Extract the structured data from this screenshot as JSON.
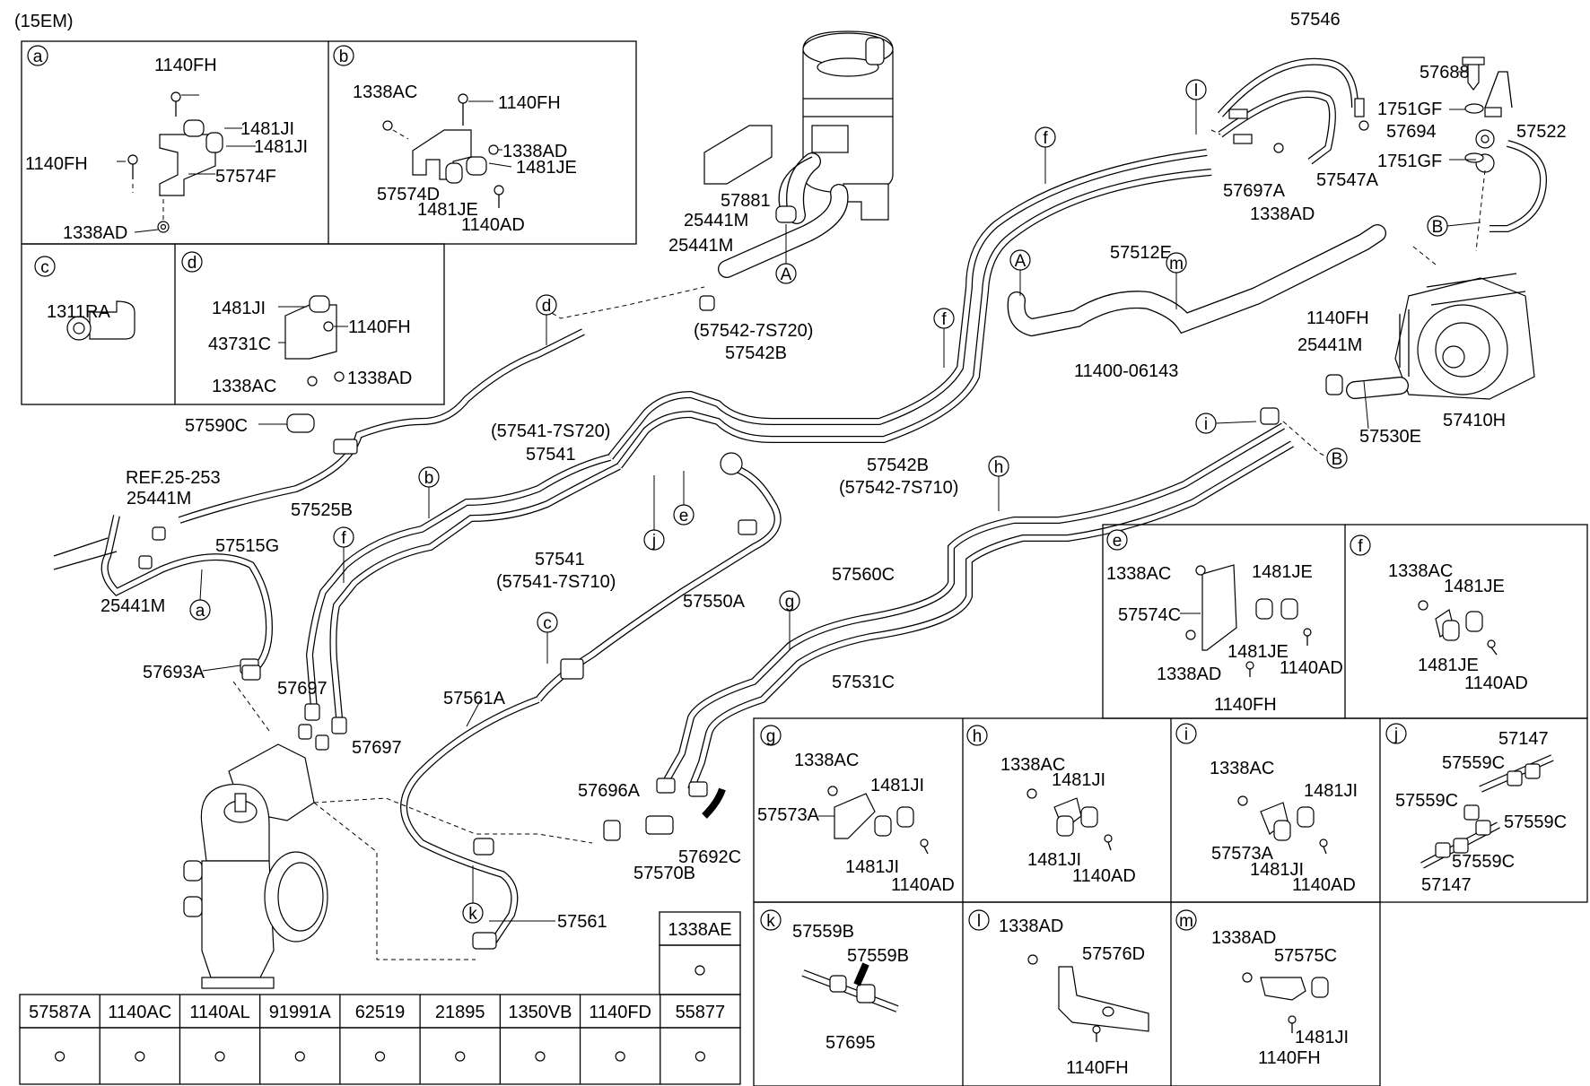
{
  "header": "(15EM)",
  "circle_refs": [
    "a",
    "b",
    "c",
    "d",
    "e",
    "f",
    "g",
    "h",
    "i",
    "j",
    "k",
    "l",
    "m",
    "A",
    "B"
  ],
  "main_labels": {
    "p57546": "57546",
    "p57688": "57688",
    "p1751gf_1": "1751GF",
    "p57694": "57694",
    "p1751gf_2": "1751GF",
    "p57522": "57522",
    "p57697a": "57697A",
    "p57547a": "57547A",
    "p1338ad_m": "1338AD",
    "p57881": "57881",
    "p25441m_1": "25441M",
    "p25441m_2": "25441M",
    "p57512e": "57512E",
    "p1140fh_m": "1140FH",
    "p25441m_3": "25441M",
    "p11400": "11400-06143",
    "p57542_7s720": "(57542-7S720)",
    "p57542b_1": "57542B",
    "p57410h": "57410H",
    "p57530e": "57530E",
    "p57590c": "57590C",
    "p57541_7s720": "(57541-7S720)",
    "p57541_1": "57541",
    "p57542b_2": "57542B",
    "p57542_7s710": "(57542-7S710)",
    "p57525b": "57525B",
    "p_ref": "REF.25-253",
    "p25441m_4": "25441M",
    "p57515g": "57515G",
    "p57541_2": "57541",
    "p57541_7s710": "(57541-7S710)",
    "p25441m_5": "25441M",
    "p57560c": "57560C",
    "p57550a": "57550A",
    "p57531c": "57531C",
    "p57693a": "57693A",
    "p57697_1": "57697",
    "p57697_2": "57697",
    "p57561a": "57561A",
    "p57696a": "57696A",
    "p57570b": "57570B",
    "p57692c": "57692C",
    "p57561": "57561"
  },
  "detail_a": {
    "l1": "1140FH",
    "l2": "1481JI",
    "l3": "1481JI",
    "l4": "1140FH",
    "l5": "57574F",
    "l6": "1338AD"
  },
  "detail_b": {
    "l1": "1338AC",
    "l2": "1140FH",
    "l3": "1338AD",
    "l4": "1481JE",
    "l5": "57574D",
    "l6": "1481JE",
    "l7": "1140AD"
  },
  "detail_c": {
    "l1": "1311RA"
  },
  "detail_d": {
    "l1": "1481JI",
    "l2": "1140FH",
    "l3": "43731C",
    "l4": "1338AC",
    "l5": "1338AD"
  },
  "detail_e": {
    "l1": "1338AC",
    "l2": "1481JE",
    "l3": "57574C",
    "l4": "1481JE",
    "l5": "1338AD",
    "l6": "1140AD",
    "l7": "1140FH"
  },
  "detail_f": {
    "l1": "1338AC",
    "l2": "1481JE",
    "l3": "1481JE",
    "l4": "1140AD"
  },
  "detail_g": {
    "l1": "1338AC",
    "l2": "1481JI",
    "l3": "57573A",
    "l4": "1481JI",
    "l5": "1140AD"
  },
  "detail_h": {
    "l1": "1338AC",
    "l2": "1481JI",
    "l3": "1481JI",
    "l4": "1140AD"
  },
  "detail_i": {
    "l1": "1338AC",
    "l2": "1481JI",
    "l3": "57573A",
    "l4": "1481JI",
    "l5": "1140AD"
  },
  "detail_j": {
    "l1": "57147",
    "l2": "57559C",
    "l3": "57559C",
    "l4": "57559C",
    "l5": "57559C",
    "l6": "57147"
  },
  "detail_k": {
    "l1": "57559B",
    "l2": "57559B",
    "l3": "57695"
  },
  "detail_l": {
    "l1": "1338AD",
    "l2": "57576D",
    "l3": "1140FH"
  },
  "detail_m": {
    "l1": "1338AD",
    "l2": "57575C",
    "l3": "1481JI",
    "l4": "1140FH"
  },
  "parts_table": {
    "standalone_header": "1338AE",
    "headers": [
      "57587A",
      "1140AC",
      "1140AL",
      "91991A",
      "62519",
      "21895",
      "1350VB",
      "1140FD",
      "55877"
    ]
  }
}
